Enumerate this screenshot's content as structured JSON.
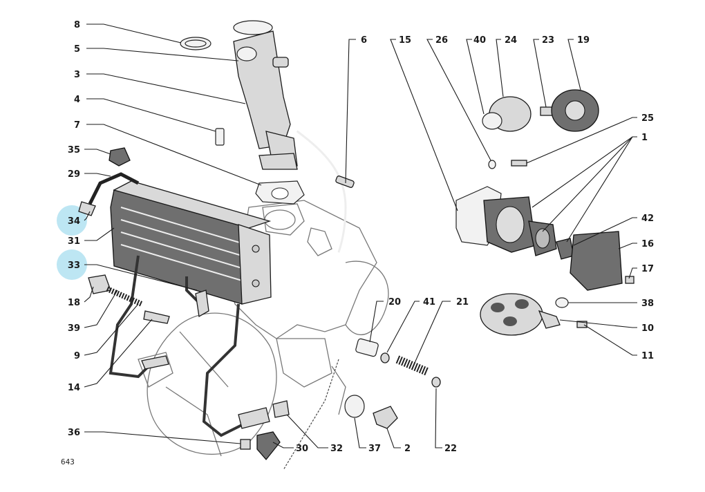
{
  "diagram": {
    "page_number": "643",
    "highlight_color": "#bde6f3",
    "ink_color": "#1a1a1a",
    "highlighted_labels": [
      "34",
      "33"
    ],
    "labels": [
      "8",
      "5",
      "3",
      "4",
      "7",
      "35",
      "29",
      "34",
      "31",
      "33",
      "18",
      "39",
      "9",
      "14",
      "36",
      "30",
      "32",
      "37",
      "2",
      "22",
      "20",
      "41",
      "21",
      "6",
      "15",
      "26",
      "40",
      "24",
      "23",
      "19",
      "25",
      "1",
      "42",
      "16",
      "17",
      "38",
      "10",
      "11"
    ]
  }
}
